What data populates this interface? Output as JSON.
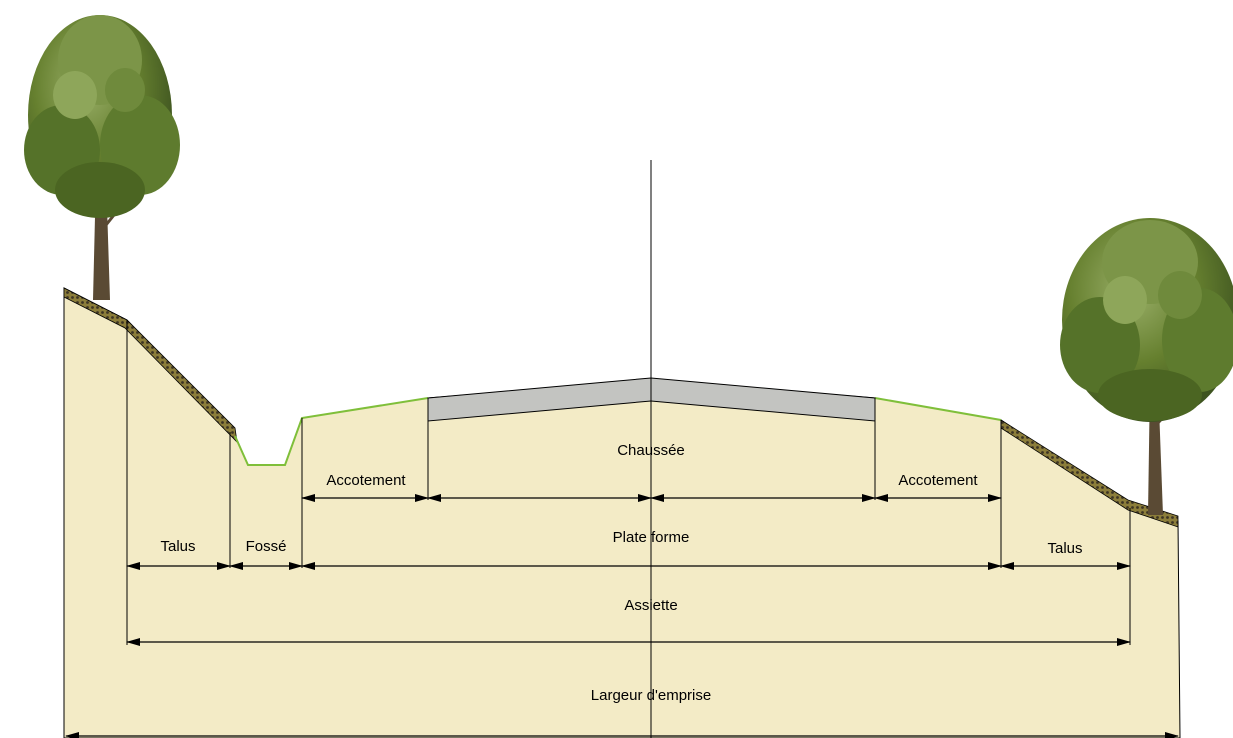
{
  "labels": {
    "chaussee": "Chaussée",
    "accotement_left": "Accotement",
    "accotement_right": "Accotement",
    "plate_forme": "Plate forme",
    "talus_left": "Talus",
    "fosse": "Fossé",
    "talus_right": "Talus",
    "assiette": "Assiette",
    "largeur_emprise": "Largeur d'emprise"
  },
  "colors": {
    "ground": "#f3ebc6",
    "road_surface": "#c3c4c1",
    "grass_line": "#7fbf3a",
    "hatch_dark": "#3d3424",
    "hatch_light": "#8b7d3a",
    "tree_foliage": "#5d7a2c",
    "tree_trunk": "#5a4a34"
  },
  "icons": [
    "tree-icon-left",
    "tree-icon-right"
  ]
}
